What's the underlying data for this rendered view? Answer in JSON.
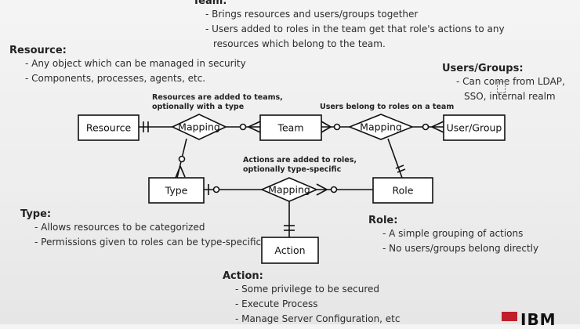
{
  "sections": {
    "team": {
      "heading": "Team:",
      "bullets": [
        "- Brings resources and users/groups together",
        "- Users added to roles in the team get that role's actions to any",
        "resources which belong to the team."
      ]
    },
    "resource": {
      "heading": "Resource:",
      "bullets": [
        "- Any object which can be managed in security",
        "- Components, processes, agents, etc."
      ]
    },
    "users_groups": {
      "heading": "Users/Groups:",
      "bullets": [
        "- Can come from LDAP,",
        "SSO, internal realm"
      ]
    },
    "type": {
      "heading": "Type:",
      "bullets": [
        "- Allows resources to be categorized",
        "- Permissions given to roles can be type-specific"
      ]
    },
    "role": {
      "heading": "Role:",
      "bullets": [
        "- A simple grouping of actions",
        "- No users/groups belong directly"
      ]
    },
    "action": {
      "heading": "Action:",
      "bullets": [
        "- Some privilege to be secured",
        "- Execute Process",
        "- Manage Server Configuration, etc"
      ]
    }
  },
  "diagram": {
    "entities": {
      "resource": "Resource",
      "team": "Team",
      "user_group": "User/Group",
      "type": "Type",
      "role": "Role",
      "action": "Action"
    },
    "relationships": {
      "mapping_1": "Mapping",
      "mapping_2": "Mapping",
      "mapping_3": "Mapping"
    },
    "notes": {
      "resources_note": [
        "Resources are added to teams,",
        "optionally with a type"
      ],
      "users_note": [
        "Users belong to roles on a team"
      ],
      "actions_note": [
        "Actions are added to roles,",
        "optionally type-specific"
      ]
    }
  },
  "logo": "IBM"
}
